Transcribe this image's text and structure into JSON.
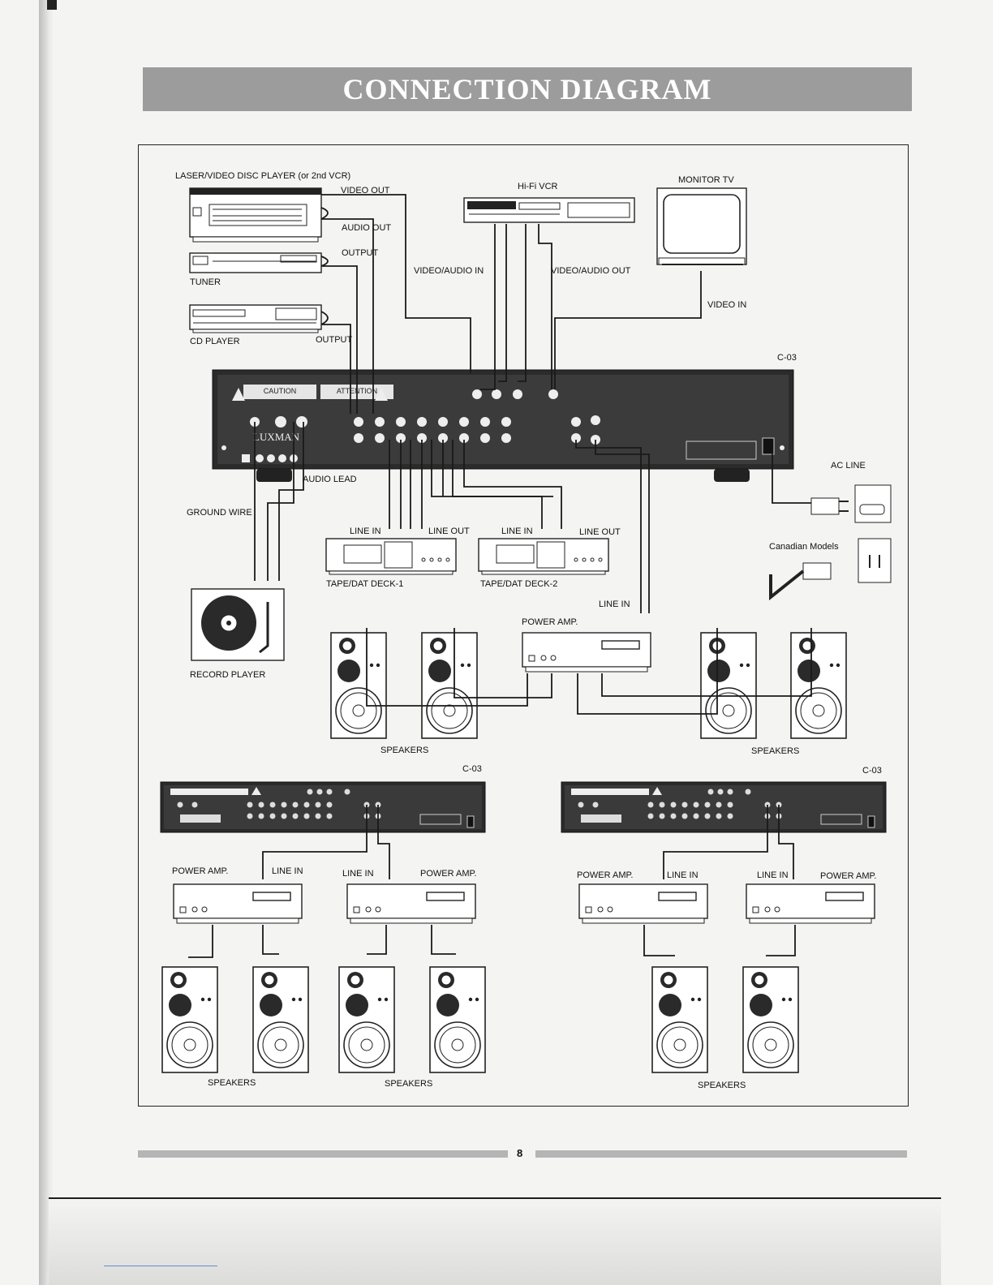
{
  "header": {
    "title": "CONNECTION DIAGRAM"
  },
  "labels": {
    "laser_player": "LASER/VIDEO DISC PLAYER (or 2nd VCR)",
    "video_out": "VIDEO  OUT",
    "audio_out": "AUDIO OUT",
    "output_tuner": "OUTPUT",
    "tuner": "TUNER",
    "cd_player": "CD PLAYER",
    "output_cd": "OUTPUT",
    "hifi_vcr": "Hi-Fi VCR",
    "video_audio_in": "VIDEO/AUDIO IN",
    "video_audio_out": "VIDEO/AUDIO OUT",
    "monitor_tv": "MONITOR TV",
    "video_in": "VIDEO IN",
    "model_main": "C-03",
    "audio_lead": "AUDIO LEAD",
    "ground_wire": "GROUND WIRE",
    "ac_line": "AC LINE",
    "canadian_models": "Canadian Models",
    "line_in_1": "LINE IN",
    "line_out_1": "LINE OUT",
    "deck_1": "TAPE/DAT DECK-1",
    "line_in_2": "LINE IN",
    "line_out_2": "LINE OUT",
    "deck_2": "TAPE/DAT DECK-2",
    "record_player": "RECORD PLAYER",
    "line_in_amp": "LINE IN",
    "power_amp_main": "POWER AMP.",
    "speakers_left": "SPEAKERS",
    "speakers_right": "SPEAKERS",
    "model_bl": "C-03",
    "model_br": "C-03",
    "power_amp_b1": "POWER AMP.",
    "line_in_b1": "LINE IN",
    "line_in_b2": "LINE IN",
    "power_amp_b2": "POWER AMP.",
    "power_amp_b3": "POWER AMP.",
    "line_in_b3": "LINE IN",
    "line_in_b4": "LINE IN",
    "power_amp_b4": "POWER AMP.",
    "speakers_b1": "SPEAKERS",
    "speakers_b2": "SPEAKERS",
    "speakers_b3": "SPEAKERS"
  },
  "panel": {
    "caution": "CAUTION",
    "attention": "ATTENTION",
    "brand": "LUXMAN",
    "model_suffix": "C-03"
  },
  "footer": {
    "page_number": "8"
  }
}
